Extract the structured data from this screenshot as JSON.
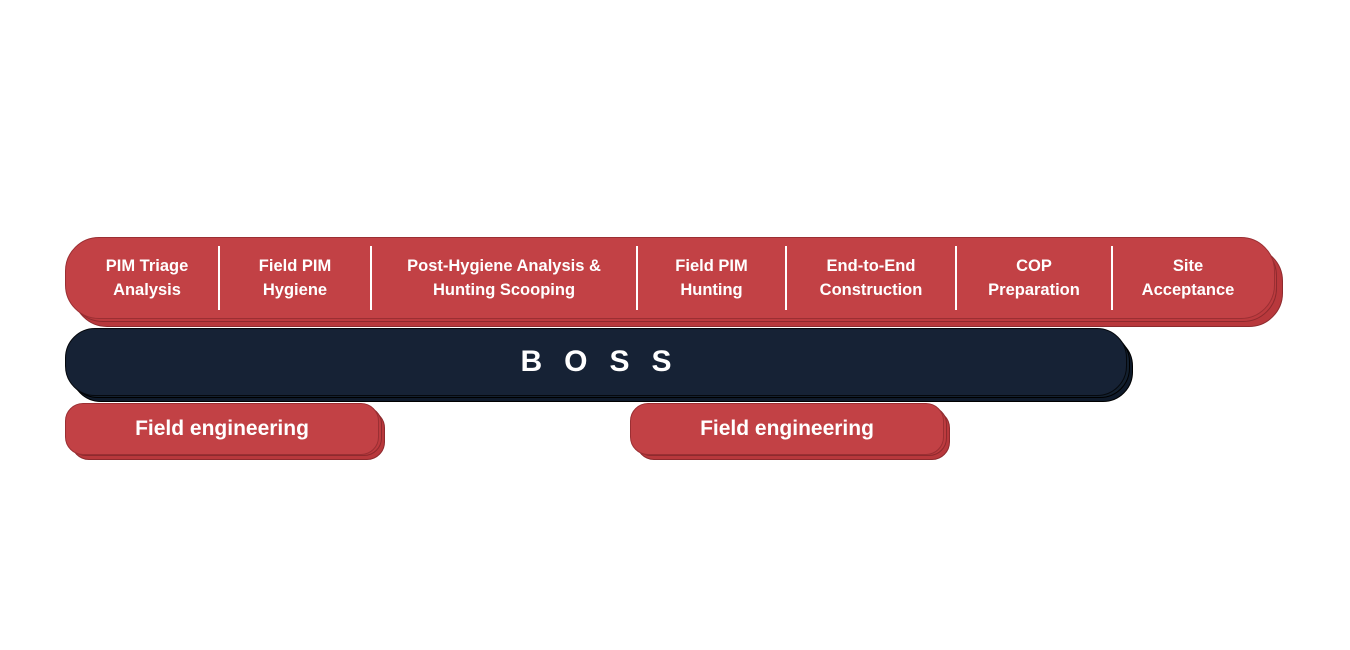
{
  "phases": [
    {
      "label": "PIM Triage\nAnalysis"
    },
    {
      "label": "Field PIM\nHygiene"
    },
    {
      "label": "Post-Hygiene Analysis &\nHunting Scooping"
    },
    {
      "label": "Field PIM\nHunting"
    },
    {
      "label": "End-to-End\nConstruction"
    },
    {
      "label": "COP\nPreparation"
    },
    {
      "label": "Site\nAcceptance"
    }
  ],
  "boss": {
    "label": "BOSS"
  },
  "field_engineering": [
    {
      "label": "Field engineering"
    },
    {
      "label": "Field engineering"
    }
  ],
  "colors": {
    "phase_red": "#c24145",
    "boss_navy": "#162235",
    "text": "#ffffff"
  }
}
